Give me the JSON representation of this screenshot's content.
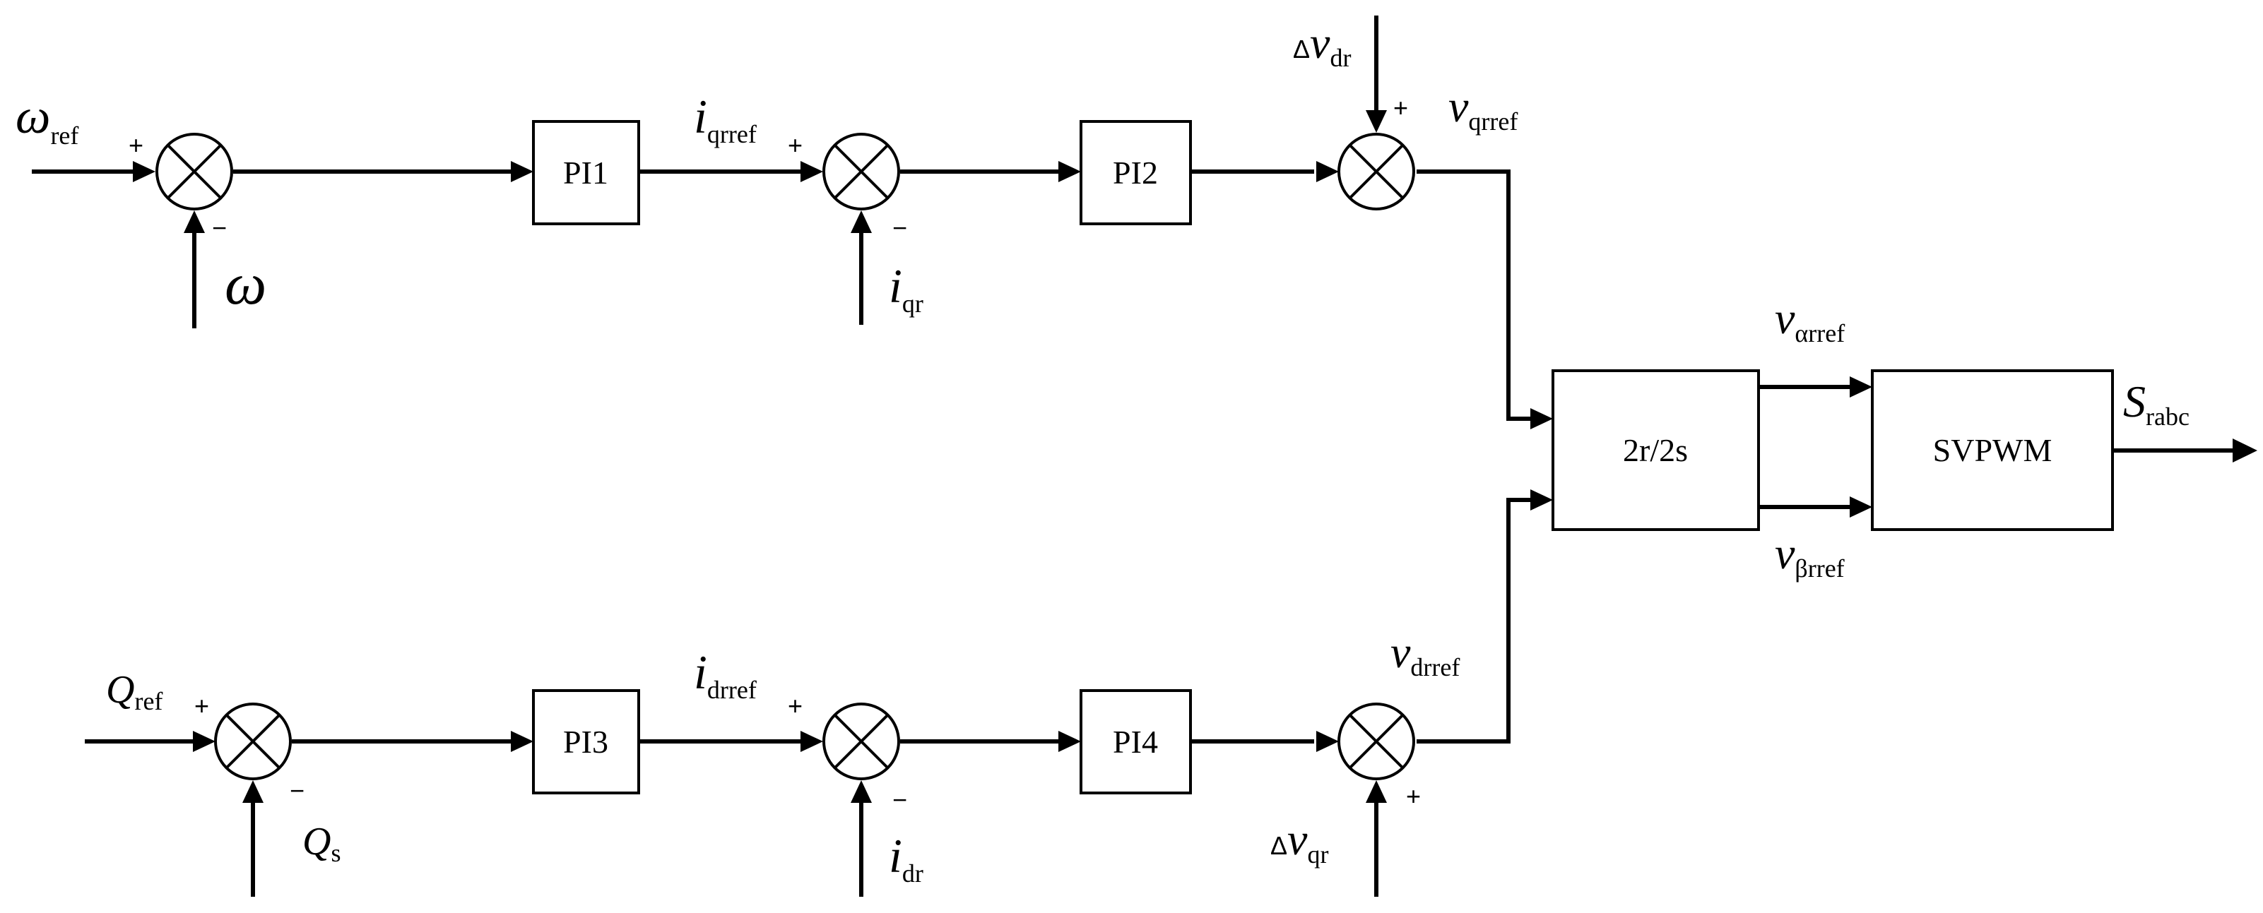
{
  "blocks": {
    "pi1": "PI1",
    "pi2": "PI2",
    "pi3": "PI3",
    "pi4": "PI4",
    "transform": "2r/2s",
    "svpwm": "SVPWM"
  },
  "signals": {
    "omega_ref": {
      "sym": "ω",
      "sub": "ref"
    },
    "omega": {
      "sym": "ω",
      "sub": ""
    },
    "i_qrref": {
      "sym": "i",
      "sub": "qrref"
    },
    "i_qr": {
      "sym": "i",
      "sub": "qr"
    },
    "dv_dr": {
      "pre": "Δ",
      "sym": "v",
      "sub": "dr"
    },
    "v_qrref": {
      "sym": "v",
      "sub": "qrref"
    },
    "q_ref": {
      "sym": "Q",
      "sub": "ref"
    },
    "q_s": {
      "sym": "Q",
      "sub": "s"
    },
    "i_drref": {
      "sym": "i",
      "sub": "drref"
    },
    "i_dr": {
      "sym": "i",
      "sub": "dr"
    },
    "v_drref": {
      "sym": "v",
      "sub": "drref"
    },
    "dv_qr": {
      "pre": "Δ",
      "sym": "v",
      "sub": "qr"
    },
    "v_alpha": {
      "sym": "v",
      "sub": "αrref"
    },
    "v_beta": {
      "sym": "v",
      "sub": "βrref"
    },
    "s_rabc": {
      "sym": "S",
      "sub": "rabc"
    }
  },
  "signs": {
    "plus": "+",
    "minus": "−"
  }
}
